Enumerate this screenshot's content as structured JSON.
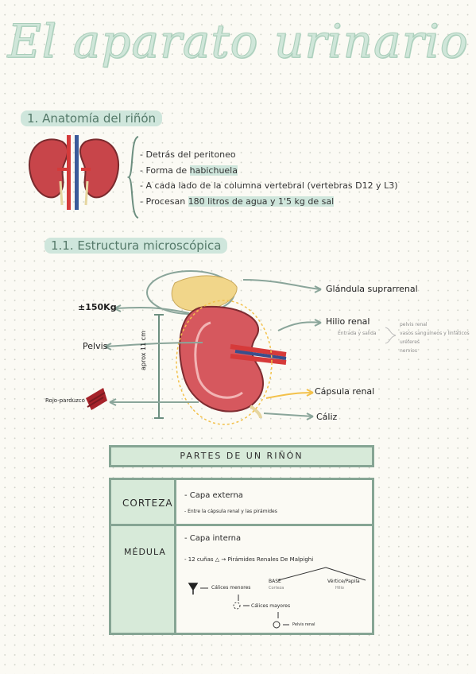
{
  "title": "El aparato urinario",
  "section1": {
    "heading": "1. Anatomía del riñón",
    "bullets": [
      {
        "pre": "Detrás del peritoneo",
        "mark": "",
        "post": ""
      },
      {
        "pre": "Forma de ",
        "mark": "habichuela",
        "post": ""
      },
      {
        "pre": "A cada lado de la columna vertebral (vertebras D12 y L3)",
        "mark": "",
        "post": ""
      },
      {
        "pre": "Procesan ",
        "mark": "180 litros de agua y 1'5 kg de sal",
        "post": ""
      }
    ]
  },
  "section2": {
    "heading": "1.1. Estructura microscópica",
    "labels": {
      "weight": "±150Kg",
      "pelvis": "Pelvis",
      "length": "aprox 11 cm",
      "color": "Rojo-parduzco",
      "adrenal": "Glándula suprarrenal",
      "hilum": "Hilio renal",
      "hilum_sub": "Entrada y salida",
      "hilum_items": [
        "pelvis renal",
        "vasos sanguíneos y linfáticos",
        "uréteres",
        "nervios"
      ],
      "capsule": "Cápsula renal",
      "calyx": "Cáliz"
    }
  },
  "table": {
    "title": "PARTES DE UN RIÑÓN",
    "rows": [
      {
        "name": "CORTEZA",
        "lines": [
          "- Capa externa",
          "- Entre la cápsula renal y las pirámides"
        ]
      },
      {
        "name": "MÉDULA",
        "lines": [
          "- Capa interna",
          "- 12 cuñas △ → Pirámides Renales De Malpighi"
        ]
      }
    ],
    "base": "BASE",
    "base_sub": "Corteza",
    "apex": "Vértice/Papila",
    "apex_sub": "Hilio",
    "minor": "Cálices menores",
    "major": "Cálices mayores",
    "pelvis": "Pelvis renal"
  }
}
